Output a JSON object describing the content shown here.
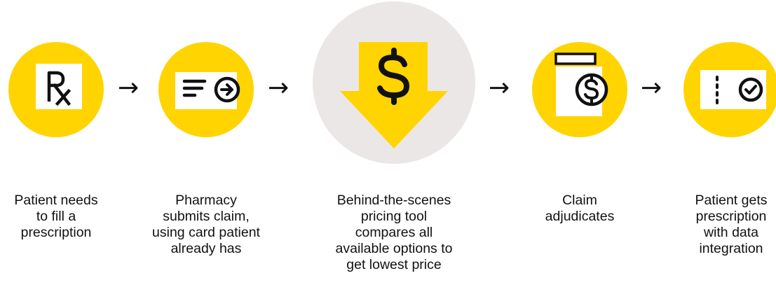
{
  "colors": {
    "accent": "#ffd400",
    "ink": "#111111",
    "panel": "#ffffff",
    "highlight_bg": "#ebe7e7"
  },
  "steps": [
    {
      "icon": "prescription-rx-icon",
      "label": "Patient needs\nto fill a\nprescription"
    },
    {
      "icon": "submit-claim-icon",
      "label": "Pharmacy\nsubmits claim,\nusing card patient\nalready has"
    },
    {
      "icon": "dollar-down-arrow-icon",
      "label": "Behind-the-scenes\npricing tool\ncompares all\navailable options to\nget lowest price"
    },
    {
      "icon": "pill-bottle-dollar-icon",
      "label": "Claim\nadjudicates"
    },
    {
      "icon": "ticket-check-icon",
      "label": "Patient gets\nprescription\nwith data\nintegration"
    }
  ],
  "connector": "→"
}
